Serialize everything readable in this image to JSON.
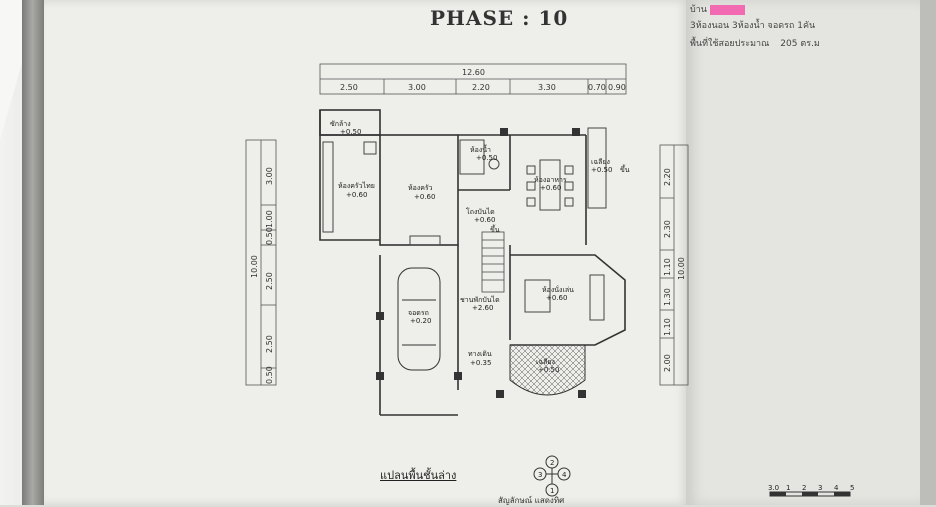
{
  "header": {
    "title": "PHASE : 10"
  },
  "info": {
    "line1": "บ้าน",
    "line2": "3ห้องนอน 3ห้องน้ำ จอดรถ 1คัน",
    "line3": "พื้นที่ใช้สอยประมาณ",
    "area_value": "205",
    "area_unit": "ตร.ม"
  },
  "dimensions": {
    "total_width": "12.60",
    "top": [
      "2.50",
      "3.00",
      "2.20",
      "3.30",
      "0.70",
      "0.90"
    ],
    "left_total": "10.00",
    "left": [
      "3.00",
      "1.00",
      "0.50",
      "2.50",
      "2.50",
      "0.50"
    ],
    "right_total": "10.00",
    "right": [
      "2.20",
      "2.30",
      "1.10",
      "1.30",
      "1.10",
      "2.00"
    ]
  },
  "rooms": {
    "laundry": {
      "name": "ซักล้าง",
      "level": "+0.50"
    },
    "thai_kitchen": {
      "name": "ห้องครัวไทย",
      "level": "+0.60"
    },
    "kitchen": {
      "name": "ห้องครัว",
      "level": "+0.60"
    },
    "bathroom": {
      "name": "ห้องน้ำ",
      "level": "+0.50"
    },
    "dining": {
      "name": "ห้องอาหาร",
      "level": "+0.60"
    },
    "terrace_top": {
      "name": "เฉลียง",
      "level": "+0.50"
    },
    "up_top": "ขึ้น",
    "stair_hall": {
      "name": "โถงบันได",
      "level": "+0.60"
    },
    "up_stair": "ขึ้น",
    "living": {
      "name": "ห้องนั่งเล่น",
      "level": "+0.60"
    },
    "landing": {
      "name": "ชานพักบันได",
      "level": "+2.60"
    },
    "carport": {
      "name": "จอดรถ",
      "level": "+0.20"
    },
    "walkway": {
      "name": "ทางเดิน",
      "level": "+0.35"
    },
    "terrace_front": {
      "name": "เฉลียง",
      "level": "+0.50"
    }
  },
  "compass": [
    "2",
    "3",
    "4",
    "1"
  ],
  "caption": "แปลนพื้นชั้นล่าง",
  "caption2": "สัญลักษณ์ แสดงทิศ",
  "scale": [
    "3.0",
    "1",
    "2",
    "3",
    "4",
    "5"
  ]
}
